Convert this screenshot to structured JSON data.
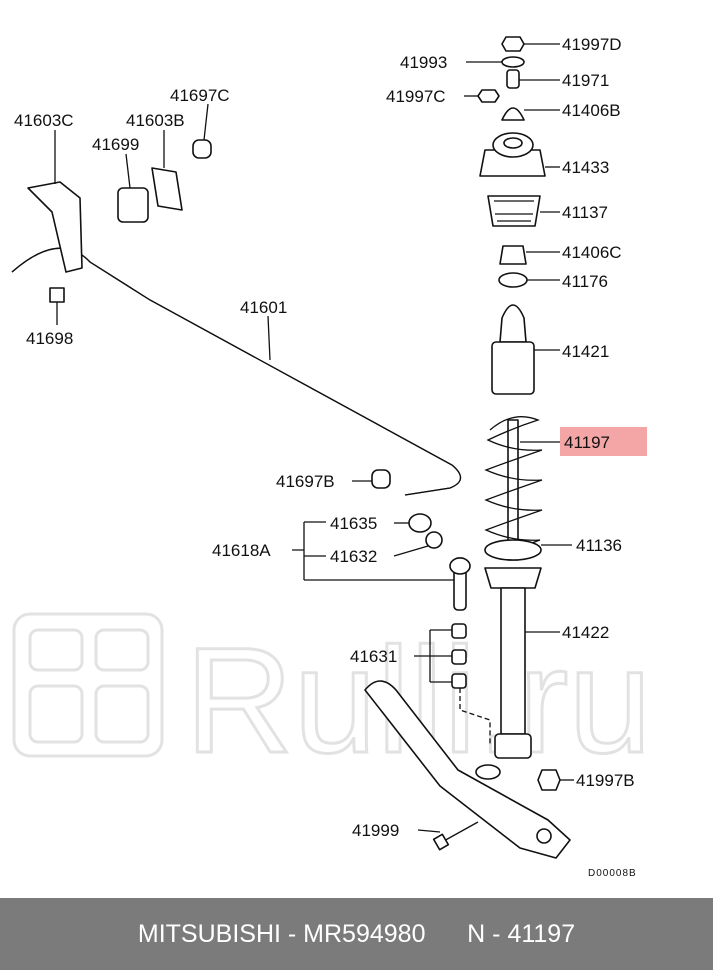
{
  "watermark": {
    "text": "Rulli.ru"
  },
  "drawing_code": "D00008B",
  "highlight": {
    "part": "41197",
    "color": "#f4a5a5"
  },
  "labels": {
    "l41997D": "41997D",
    "l41993": "41993",
    "l41971": "41971",
    "l41997C": "41997C",
    "l41406B": "41406B",
    "l41433": "41433",
    "l41137": "41137",
    "l41406C": "41406C",
    "l41176": "41176",
    "l41421": "41421",
    "l41197": "41197",
    "l41136": "41136",
    "l41422": "41422",
    "l41997B": "41997B",
    "l41999": "41999",
    "l41631": "41631",
    "l41618A": "41618A",
    "l41635": "41635",
    "l41632": "41632",
    "l41697B": "41697B",
    "l41601": "41601",
    "l41603C": "41603C",
    "l41697C": "41697C",
    "l41603B": "41603B",
    "l41699": "41699",
    "l41698": "41698"
  },
  "footer": {
    "brand": "MITSUBISHI",
    "part_number": "MR594980",
    "ref_no": "N - 41197"
  }
}
